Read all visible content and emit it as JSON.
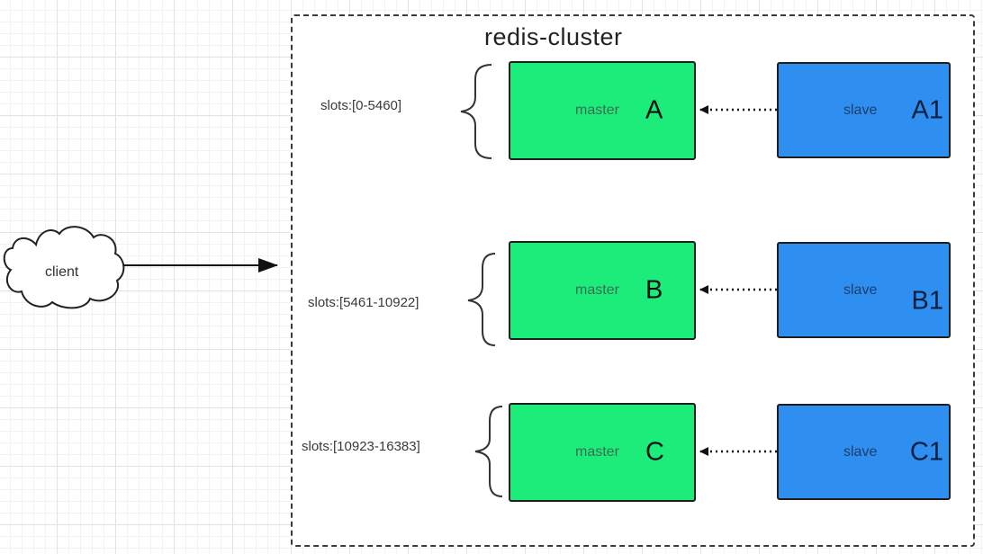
{
  "cluster": {
    "title": "redis-cluster"
  },
  "client": {
    "label": "client"
  },
  "groups": [
    {
      "slots": "slots:[0-5460]",
      "master_role": "master",
      "master_letter": "A",
      "slave_role": "slave",
      "slave_letter": "A1"
    },
    {
      "slots": "slots:[5461-10922]",
      "master_role": "master",
      "master_letter": "B",
      "slave_role": "slave",
      "slave_letter": "B1"
    },
    {
      "slots": "slots:[10923-16383]",
      "master_role": "master",
      "master_letter": "C",
      "slave_role": "slave",
      "slave_letter": "C1"
    }
  ],
  "colors": {
    "master": "#1cec7a",
    "slave": "#2f8ff0"
  }
}
